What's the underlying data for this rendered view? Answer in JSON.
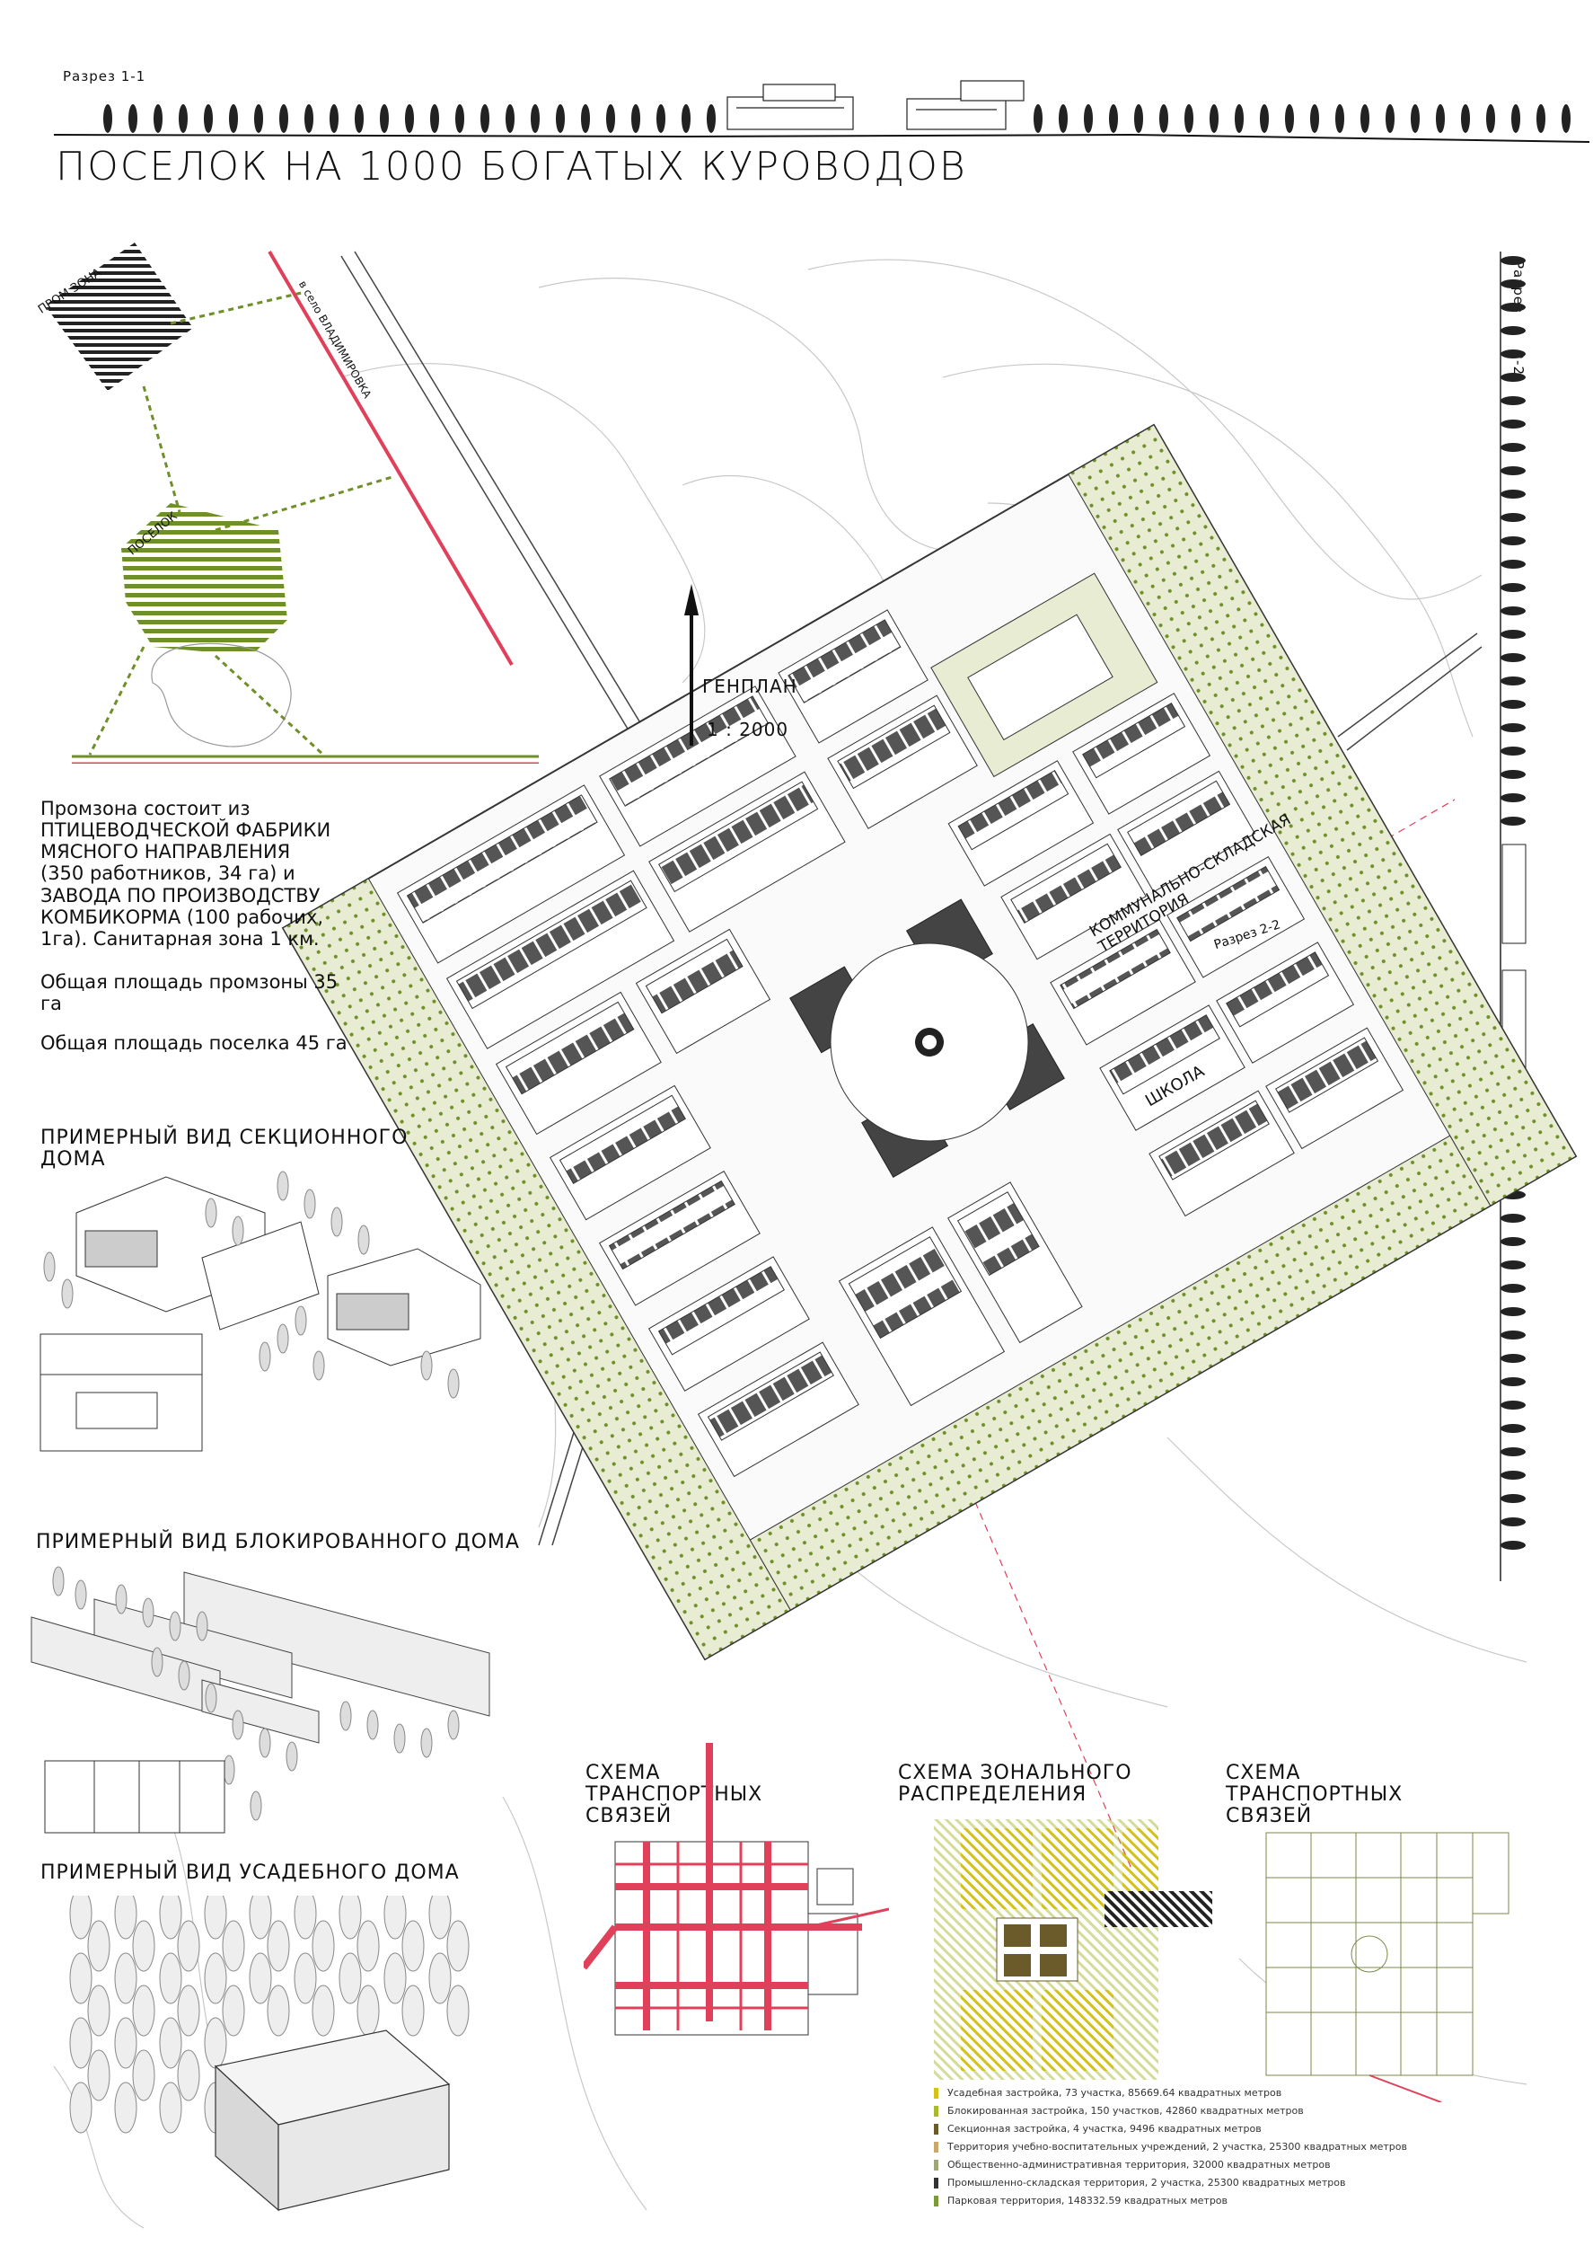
{
  "section_1": {
    "label": "Разрез 1-1"
  },
  "title": "ПОСЕЛОК НА 1000 БОГАТЫХ КУРОВОДОВ",
  "section_2": {
    "label_a": "Разрез",
    "label_b": "2-2"
  },
  "site_scheme": {
    "zone_industrial": "ПРОМ ЗОНА",
    "zone_village": "ПОСЕЛОК",
    "road_label": "в село ВЛАДИМИРОВКА"
  },
  "genplan": {
    "label": "ГЕНПЛАН",
    "scale": "1 : 2000"
  },
  "plan_labels": {
    "communal": "КОММУНАЛЬНО-СКЛАДСКАЯ ТЕРРИТОРИЯ",
    "section": "Разрез 2-2",
    "school": "ШКОЛА"
  },
  "promzone_text": {
    "line1": "Промзона состоит из",
    "line2": "ПТИЦЕВОДЧЕСКОЙ ФАБРИКИ",
    "line3": "МЯСНОГО НАПРАВЛЕНИЯ",
    "line4": "(350 работников, 34 га) и",
    "line5": "ЗАВОДА ПО ПРОИЗВОДСТВУ",
    "line6": "КОМБИКОРМА (100 рабочих,",
    "line7": "1га). Санитарная зона 1 км.",
    "line8": "Общая площадь промзоны 35",
    "line9": "га",
    "line10": "Общая площадь поселка 45 га"
  },
  "views": {
    "sectional": "ПРИМЕРНЫЙ ВИД СЕКЦИОННОГО ДОМА",
    "blocked": "ПРИМЕРНЫЙ ВИД БЛОКИРОВАННОГО ДОМА",
    "manor": "ПРИМЕРНЫЙ ВИД УСАДЕБНОГО ДОМА"
  },
  "schemes": {
    "transport_1": "СХЕМА ТРАНСПОРТНЫХ СВЯЗЕЙ",
    "zonal": "СХЕМА ЗОНАЛЬНОГО РАСПРЕДЕЛЕНИЯ",
    "transport_2": "СХЕМА ТРАНСПОРТНЫХ СВЯЗЕЙ"
  },
  "legend": [
    {
      "text": "Усадебная застройка, 73 участка,  85669.64 квадратных метров",
      "color": "#d4c21a"
    },
    {
      "text": "Блокированная застройка, 150 участков,  42860 квадратных метров",
      "color": "#a8b830"
    },
    {
      "text": "Секционная застройка, 4 участка,  9496 квадратных метров",
      "color": "#6b5a2a"
    },
    {
      "text": "Территория учебно-воспитательных учреждений, 2 участка,  25300 квадратных метров",
      "color": "#c9a86a"
    },
    {
      "text": "Общественно-административная территория,  32000 квадратных метров",
      "color": "#9fa67a"
    },
    {
      "text": "Промышленно-складская территория,  2 участка,  25300 квадратных метров",
      "color": "#333333"
    },
    {
      "text": "Парковая территория,  148332.59 квадратных метров",
      "color": "#7a9a3a"
    }
  ],
  "colors": {
    "accent_red": "#e0405a",
    "green_stripe": "#6f8f2a",
    "park_fill": "#e8ecd2"
  }
}
